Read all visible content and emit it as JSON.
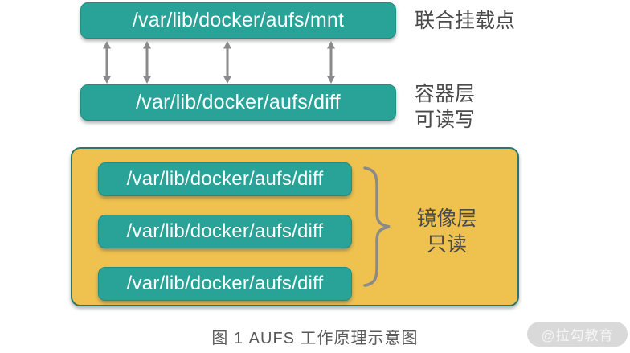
{
  "mount": {
    "path": "/var/lib/docker/aufs/mnt",
    "annotation": "联合挂载点"
  },
  "container": {
    "path": "/var/lib/docker/aufs/diff",
    "annotation_line1": "容器层",
    "annotation_line2": "可读写"
  },
  "image_layers": {
    "boxes": [
      "/var/lib/docker/aufs/diff",
      "/var/lib/docker/aufs/diff",
      "/var/lib/docker/aufs/diff"
    ],
    "annotation_line1": "镜像层",
    "annotation_line2": "只读"
  },
  "caption": "图 1 AUFS 工作原理示意图",
  "watermark": "@拉勾教育",
  "colors": {
    "teal": "#29a398",
    "teal_border": "#1d8e84",
    "yellow": "#efc24f",
    "yellow_border": "#2c7568",
    "arrow_gray": "#8a8a8a",
    "label_text": "#4a4a4a",
    "caption_text": "#595959",
    "watermark_bg": "#d9d9d9",
    "watermark_text": "#f5f5f5"
  }
}
